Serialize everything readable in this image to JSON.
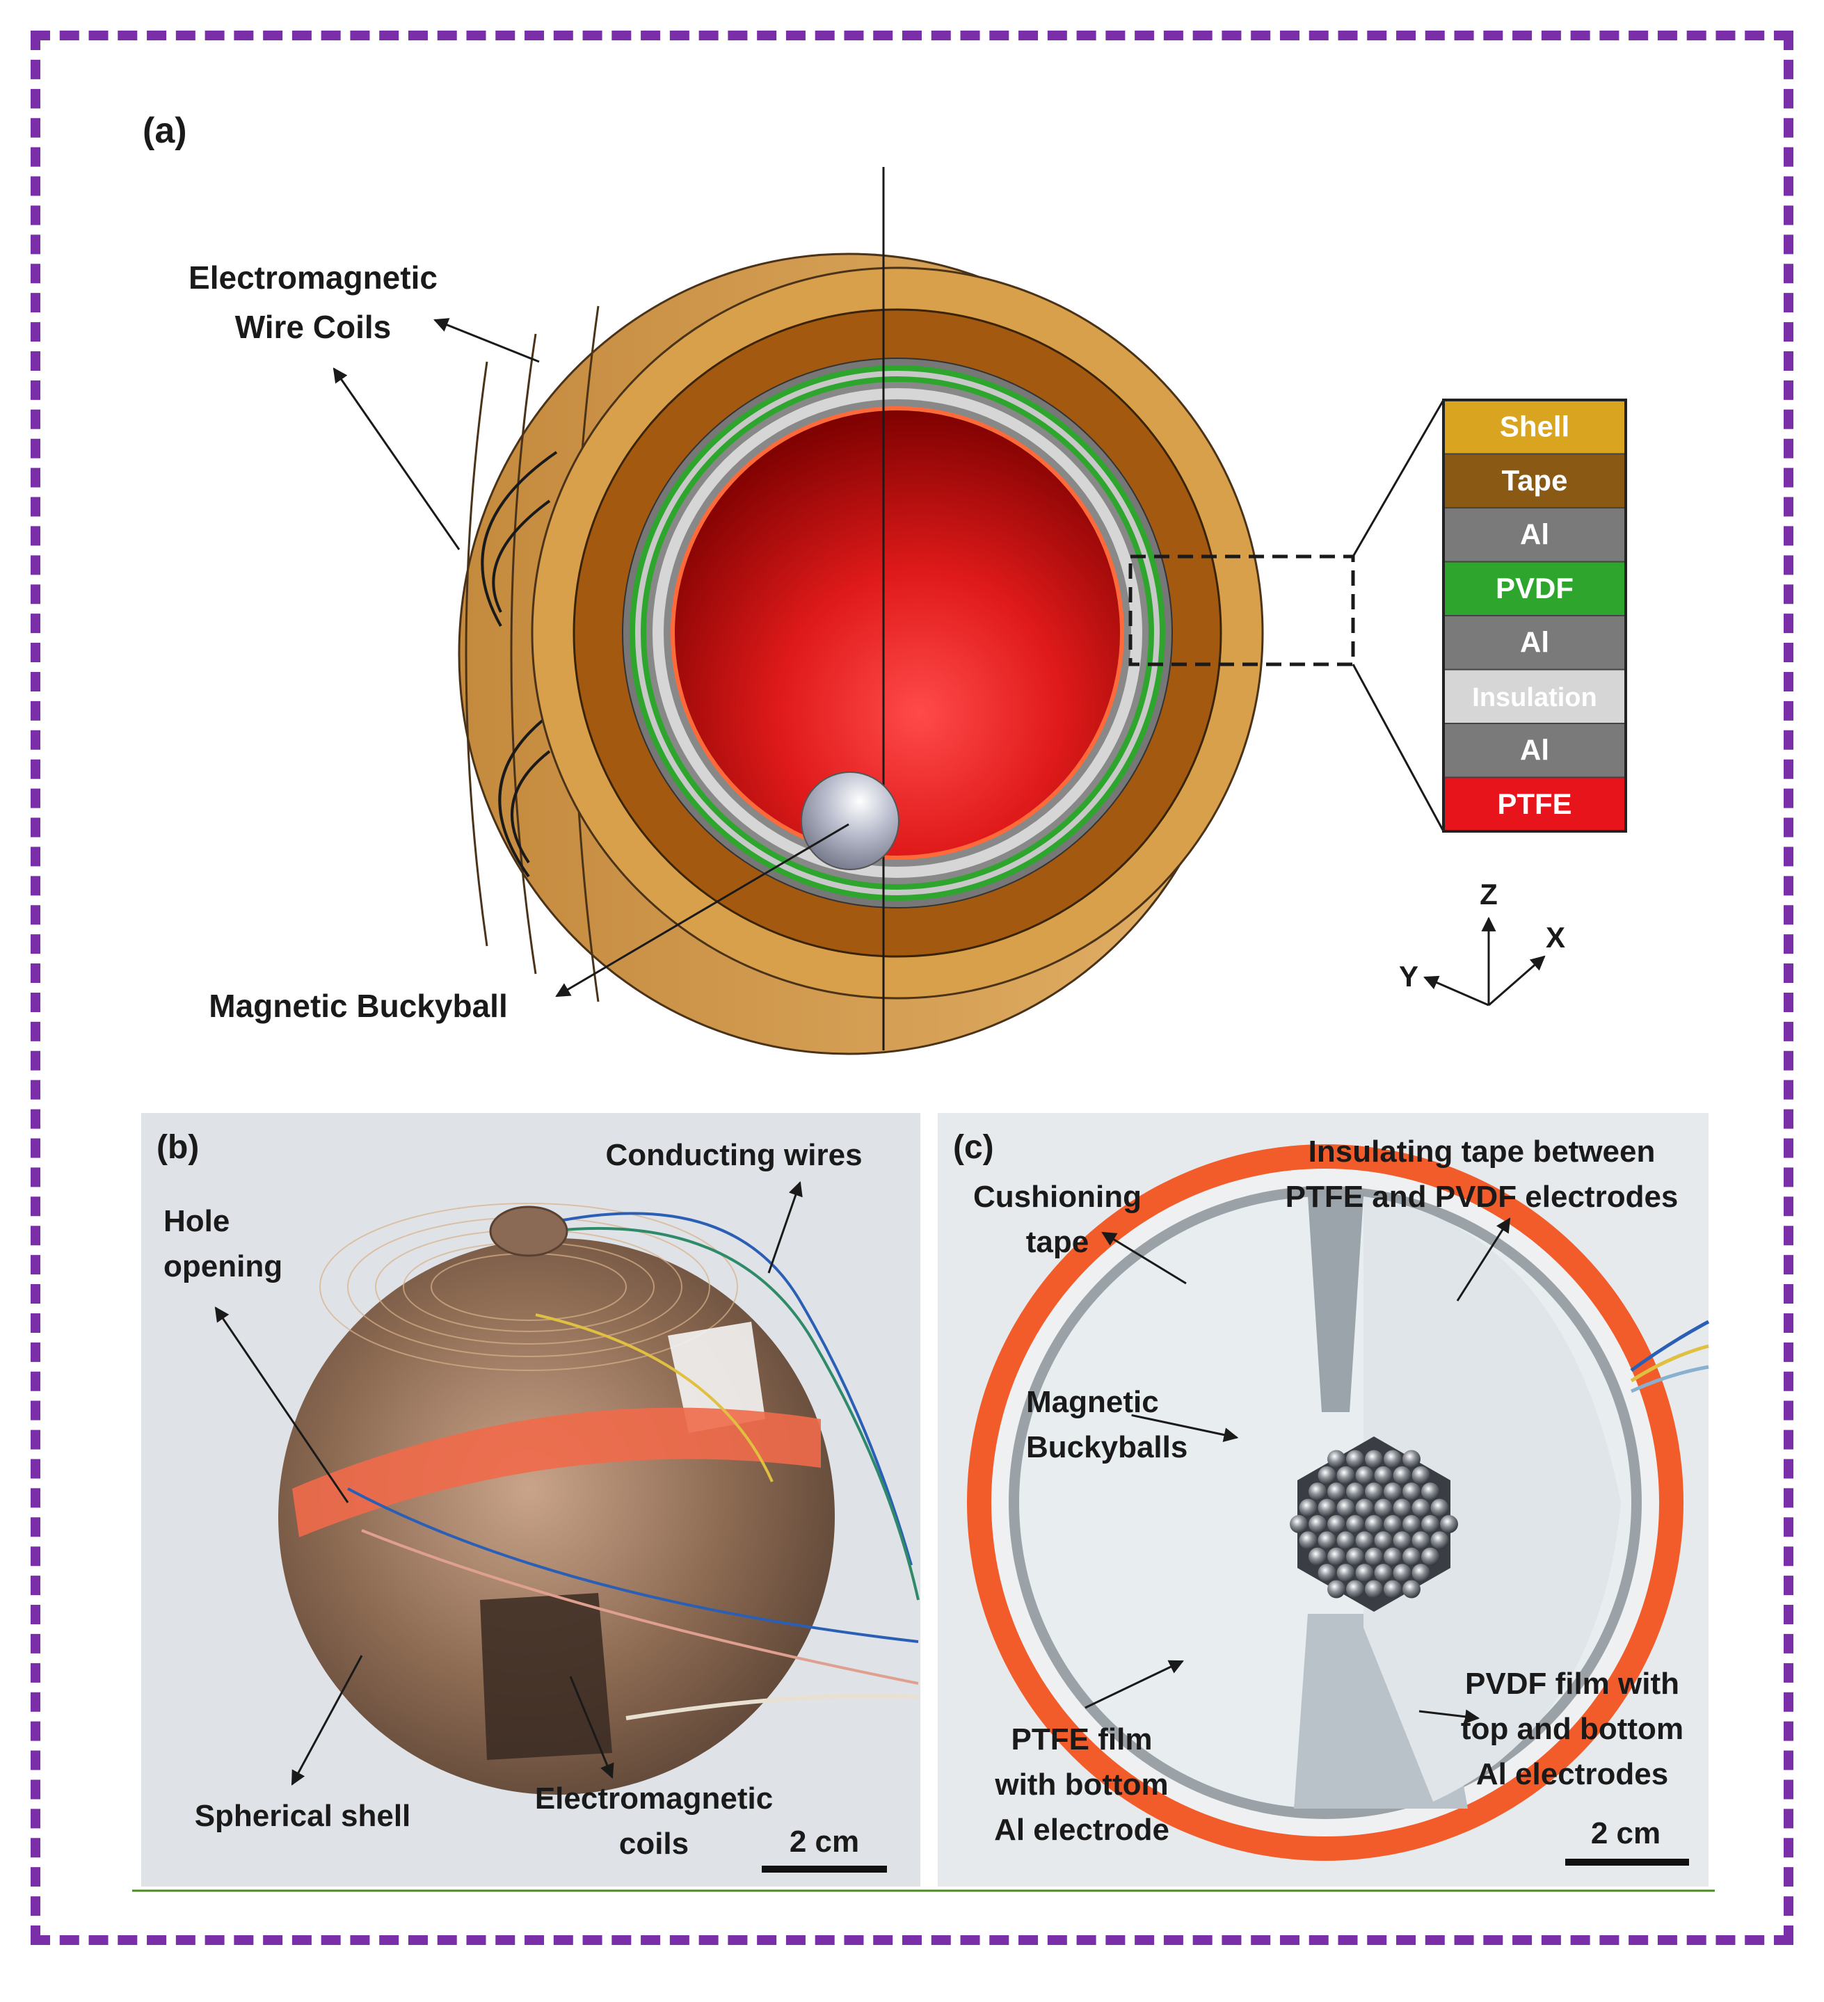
{
  "panel_a": {
    "tag": "(a)",
    "label_coils_line1": "Electromagnetic",
    "label_coils_line2": "Wire Coils",
    "label_buckyball": "Magnetic Buckyball",
    "legend": [
      {
        "label": "Shell",
        "color": "#d9a520"
      },
      {
        "label": "Tape",
        "color": "#8a5a14"
      },
      {
        "label": "Al",
        "color": "#7a7a7a"
      },
      {
        "label": "PVDF",
        "color": "#2ea62e"
      },
      {
        "label": "Al",
        "color": "#7a7a7a"
      },
      {
        "label": "Insulation",
        "color": "#d6d6d6"
      },
      {
        "label": "Al",
        "color": "#7a7a7a"
      },
      {
        "label": "PTFE",
        "color": "#e8141c"
      }
    ],
    "axes": {
      "z": "Z",
      "x": "X",
      "y": "Y"
    }
  },
  "panel_b": {
    "tag": "(b)",
    "label_wires": "Conducting wires",
    "label_hole_line1": "Hole",
    "label_hole_line2": "opening",
    "label_shell": "Spherical shell",
    "label_coils_line1": "Electromagnetic",
    "label_coils_line2": "coils",
    "scale": "2 cm"
  },
  "panel_c": {
    "tag": "(c)",
    "label_cushion_line1": "Cushioning",
    "label_cushion_line2": "tape",
    "label_insul_line1": "Insulating tape between",
    "label_insul_line2": "PTFE and PVDF electrodes",
    "label_balls_line1": "Magnetic",
    "label_balls_line2": "Buckyballs",
    "label_ptfe_line1": "PTFE film",
    "label_ptfe_line2": "with bottom",
    "label_ptfe_line3": "Al electrode",
    "label_pvdf_line1": "PVDF film with",
    "label_pvdf_line2": "top and bottom",
    "label_pvdf_line3": "Al electrodes",
    "scale": "2 cm"
  }
}
